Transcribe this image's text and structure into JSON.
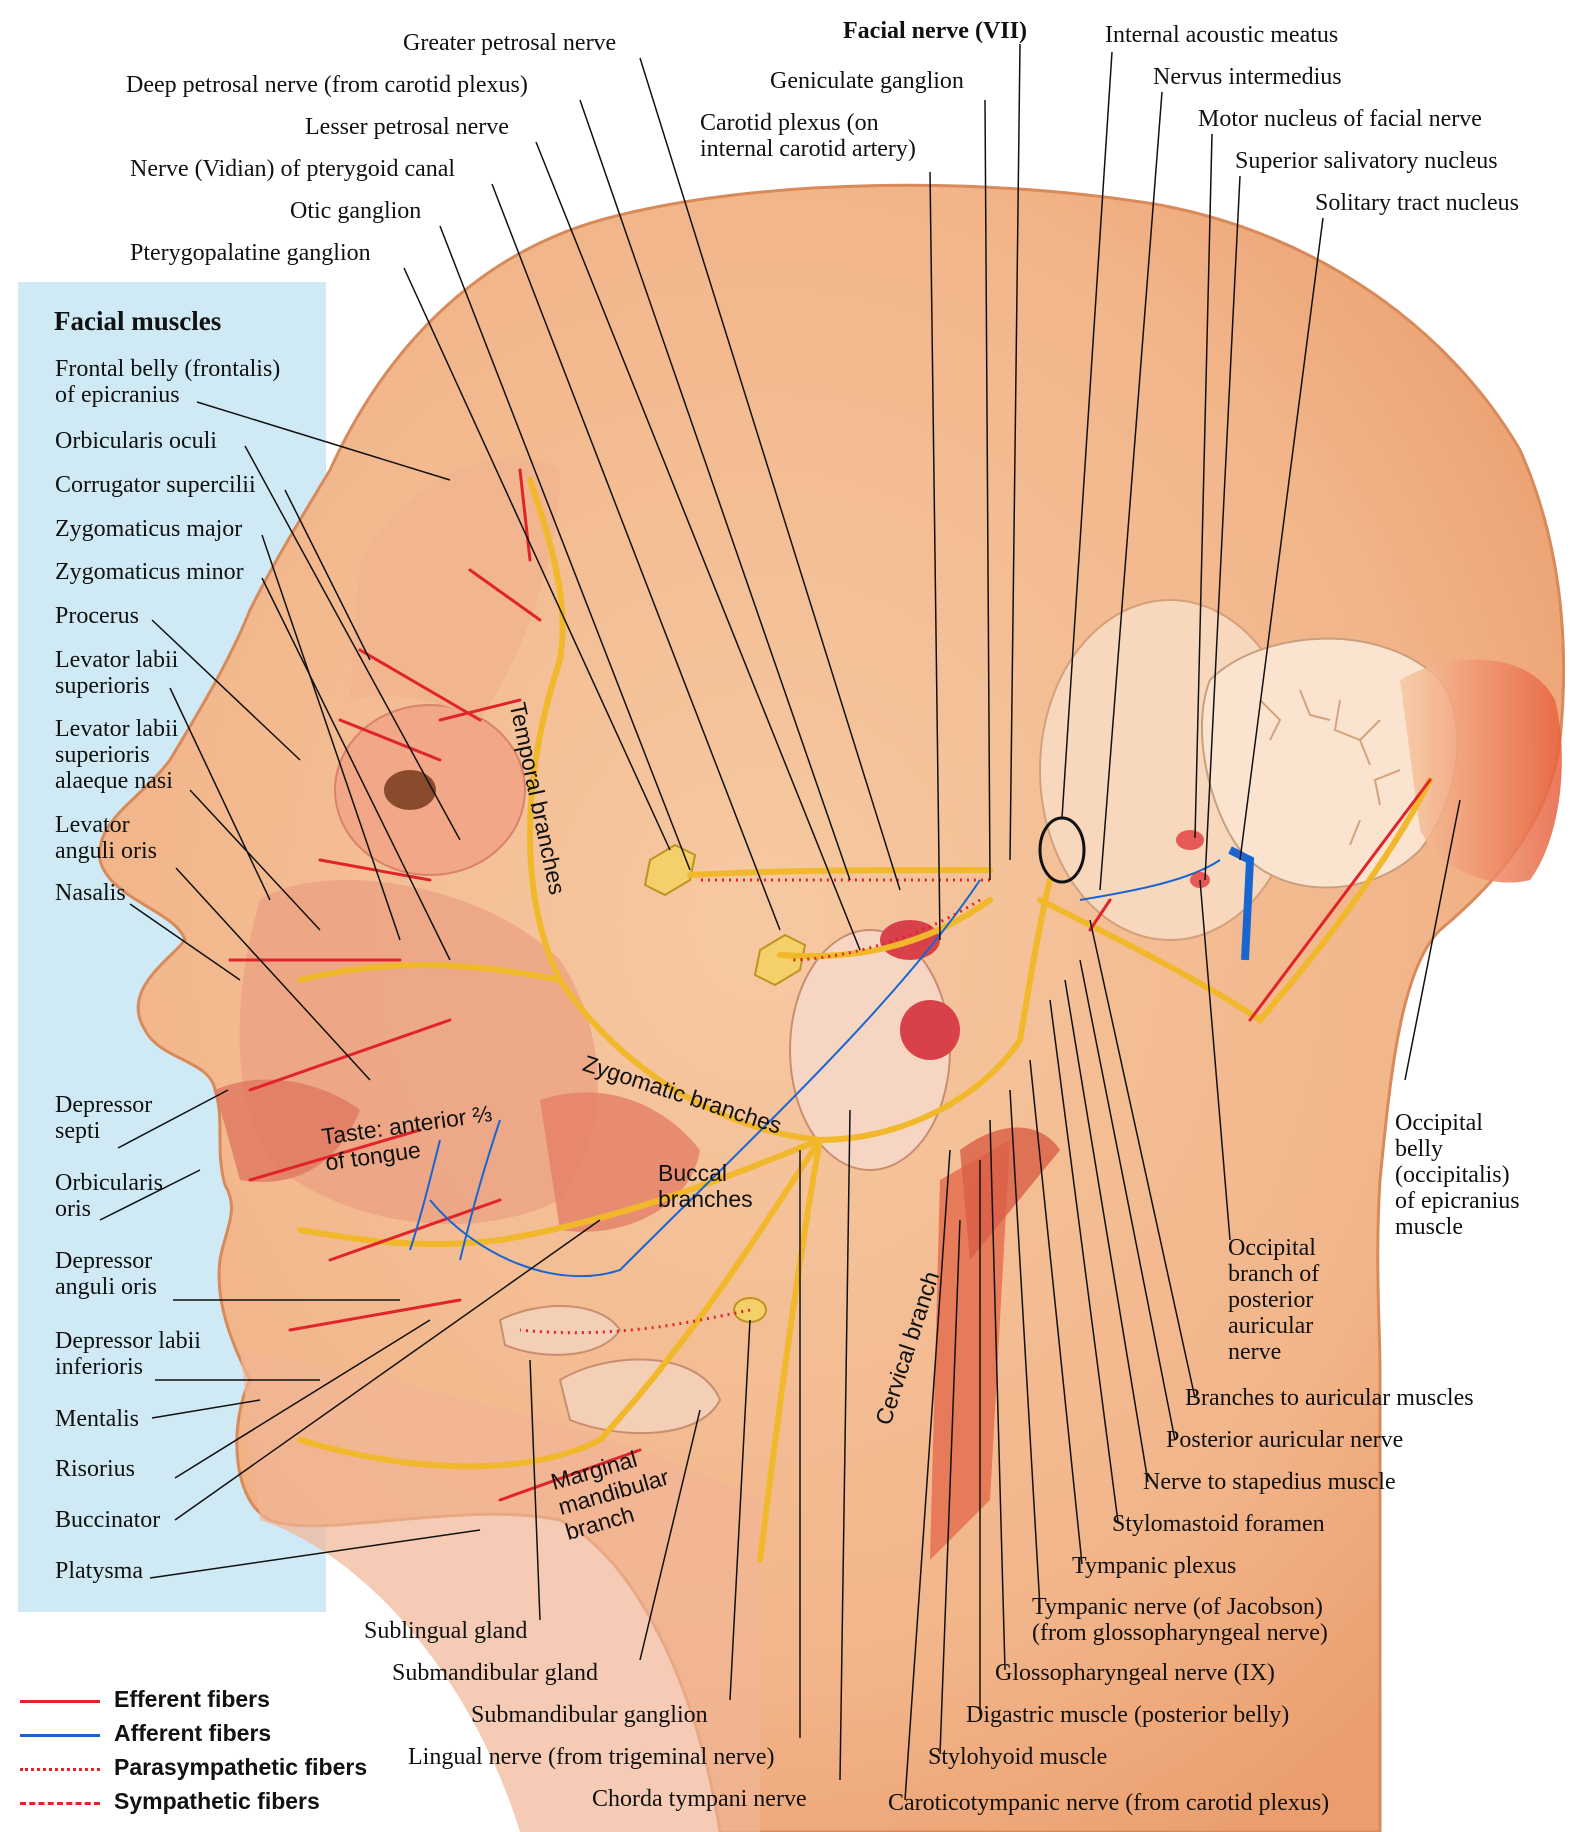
{
  "title": "Facial nerve (VII)",
  "panel": {
    "title": "Facial muscles",
    "items": [
      "Frontal belly (frontalis)\nof epicranius",
      "Orbicularis oculi",
      "Corrugator supercilii",
      "Zygomaticus major",
      "Zygomaticus minor",
      "Procerus",
      "Levator labii\nsuperioris",
      "Levator labii\nsuperioris\nalaeque nasi",
      "Levator\nanguli oris",
      "Nasalis",
      "Depressor\nsepti",
      "Orbicularis\noris",
      "Depressor\nanguli oris",
      "Depressor labii\ninferioris",
      "Mentalis",
      "Risorius",
      "Buccinator",
      "Platysma"
    ]
  },
  "top_labels": {
    "greater_petrosal": "Greater petrosal nerve",
    "deep_petrosal": "Deep petrosal nerve (from carotid plexus)",
    "lesser_petrosal": "Lesser petrosal nerve",
    "vidian": "Nerve (Vidian) of pterygoid canal",
    "otic": "Otic ganglion",
    "pterygopalatine": "Pterygopalatine ganglion",
    "geniculate": "Geniculate ganglion",
    "carotid_plexus": "Carotid plexus (on\ninternal carotid artery)",
    "internal_acoustic": "Internal acoustic meatus",
    "nervus_intermedius": "Nervus intermedius",
    "motor_nucleus": "Motor nucleus of facial nerve",
    "superior_salivatory": "Superior salivatory nucleus",
    "solitary_tract": "Solitary tract nucleus"
  },
  "right_labels": {
    "occipital_belly": "Occipital\nbelly\n(occipitalis)\nof epicranius\nmuscle",
    "occipital_branch": "Occipital\nbranch of\nposterior\nauricular\nnerve",
    "auricular_muscles": "Branches to auricular muscles",
    "posterior_auricular": "Posterior auricular nerve",
    "stapedius": "Nerve to stapedius muscle",
    "stylomastoid": "Stylomastoid foramen",
    "tympanic_plexus": "Tympanic plexus",
    "tympanic_nerve": "Tympanic nerve (of Jacobson)\n(from glossopharyngeal nerve)",
    "glossopharyngeal": "Glossopharyngeal nerve (IX)",
    "digastric": "Digastric muscle (posterior belly)",
    "stylohyoid": "Stylohyoid muscle",
    "caroticotympanic": "Caroticotympanic nerve (from carotid plexus)"
  },
  "bottom_labels": {
    "sublingual": "Sublingual gland",
    "submandibular_gland": "Submandibular gland",
    "submandibular_ganglion": "Submandibular ganglion",
    "lingual": "Lingual nerve (from trigeminal nerve)",
    "chorda": "Chorda tympani nerve"
  },
  "inline_labels": {
    "temporal": "Temporal branches",
    "zygomatic": "Zygomatic branches",
    "buccal": "Buccal\nbranches",
    "taste": "Taste: anterior ⅔\nof tongue",
    "cervical": "Cervical branch",
    "marginal": "Marginal\nmandibular\nbranch"
  },
  "legend": [
    {
      "label": "Efferent fibers",
      "color": "#e0242a",
      "style": "solid"
    },
    {
      "label": "Afferent fibers",
      "color": "#1a66d0",
      "style": "solid"
    },
    {
      "label": "Parasympathetic fibers",
      "color": "#e0242a",
      "style": "dotted"
    },
    {
      "label": "Sympathetic fibers",
      "color": "#e0242a",
      "style": "dashed"
    }
  ]
}
